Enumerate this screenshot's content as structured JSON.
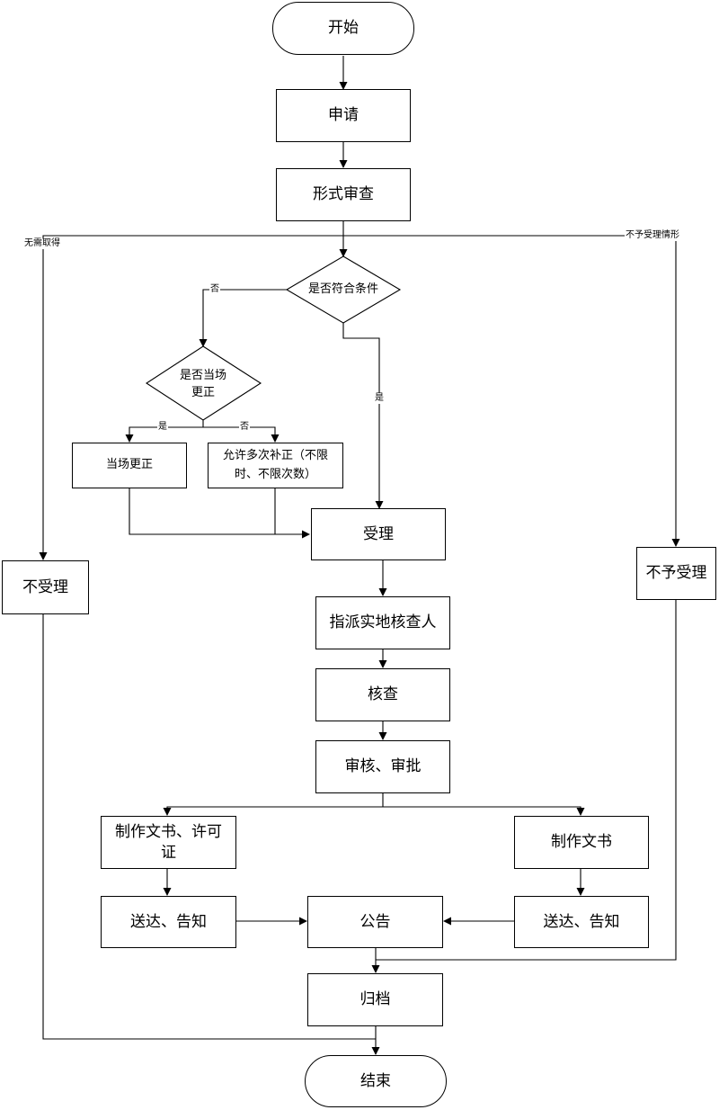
{
  "nodes": {
    "start": "开始",
    "apply": "申请",
    "formal_review": "形式审查",
    "meets_conditions": "是否符合条件",
    "correct_on_spot": "是否当场\n更正",
    "spot_correction": "当场更正",
    "multiple_supplements": "允许多次补正（不限\n时、不限次数）",
    "accept": "受理",
    "assign_inspector": "指派实地核查人",
    "verify": "核查",
    "review_approve": "审核、审批",
    "make_doc_license": "制作文书、许可\n证",
    "make_doc": "制作文书",
    "deliver_notify_left": "送达、告知",
    "announce": "公告",
    "deliver_notify_right": "送达、告知",
    "archive": "归档",
    "not_accept_left": "不受理",
    "reject_accept_right": "不予受理",
    "end": "结束"
  },
  "edge_labels": {
    "no_need_obtain": "无需取得",
    "reject_situation": "不予受理情形",
    "cond_no": "否",
    "cond_yes": "是",
    "spot_yes": "是",
    "spot_no": "否"
  },
  "colors": {
    "line": "#000000",
    "box_fill": "#ffffff",
    "background": "#ffffff"
  }
}
